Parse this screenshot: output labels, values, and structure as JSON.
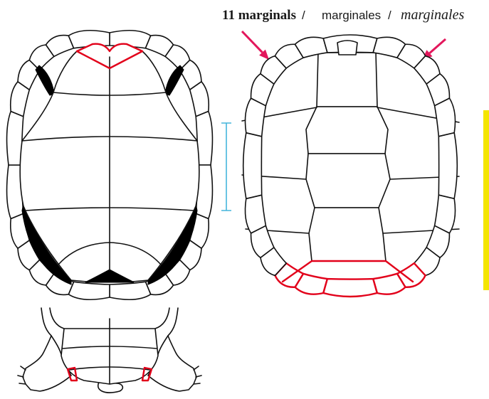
{
  "heading": {
    "count_label": "11 marginals",
    "separator_1": "/",
    "label_fr": "marginales",
    "separator_2": "/",
    "label_es": "marginales"
  },
  "colors": {
    "highlight": "#e2001a",
    "arrow": "#e3175c",
    "scale_bar": "#45b5dc",
    "marker_bar": "#f4e500",
    "outline": "#111111",
    "solid": "#000000"
  }
}
